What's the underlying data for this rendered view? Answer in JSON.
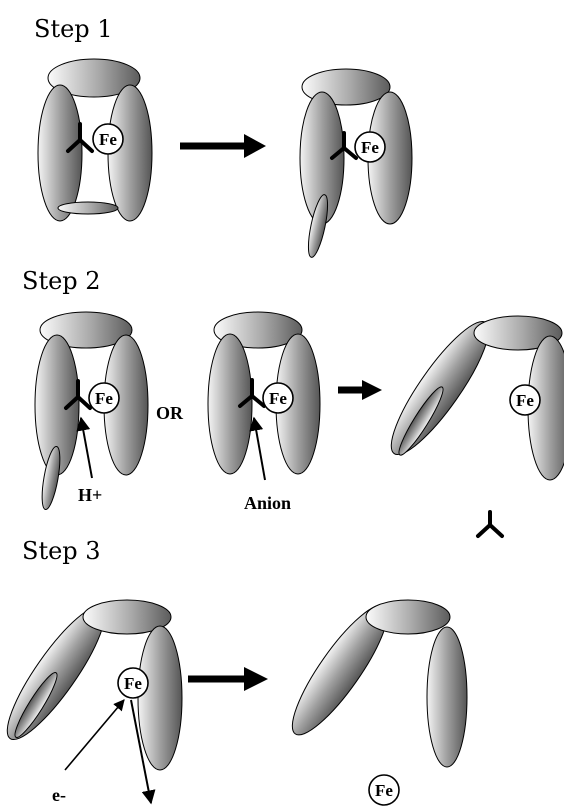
{
  "steps": {
    "step1": {
      "title": "Step 1"
    },
    "step2": {
      "title": "Step 2",
      "or_label": "OR",
      "proton_label": "H+",
      "anion_label": "Anion"
    },
    "step3": {
      "title": "Step 3",
      "electron_label": "e-"
    }
  },
  "iron_label": "Fe",
  "colors": {
    "ink": "#000000",
    "lobe_light": "#f2f2f2",
    "lobe_dark": "#6e6e6e"
  },
  "icons": {
    "ligand": "y-shaped-carbonate-icon",
    "iron": "circled-fe-icon",
    "transition": "bold-right-arrow-icon"
  }
}
